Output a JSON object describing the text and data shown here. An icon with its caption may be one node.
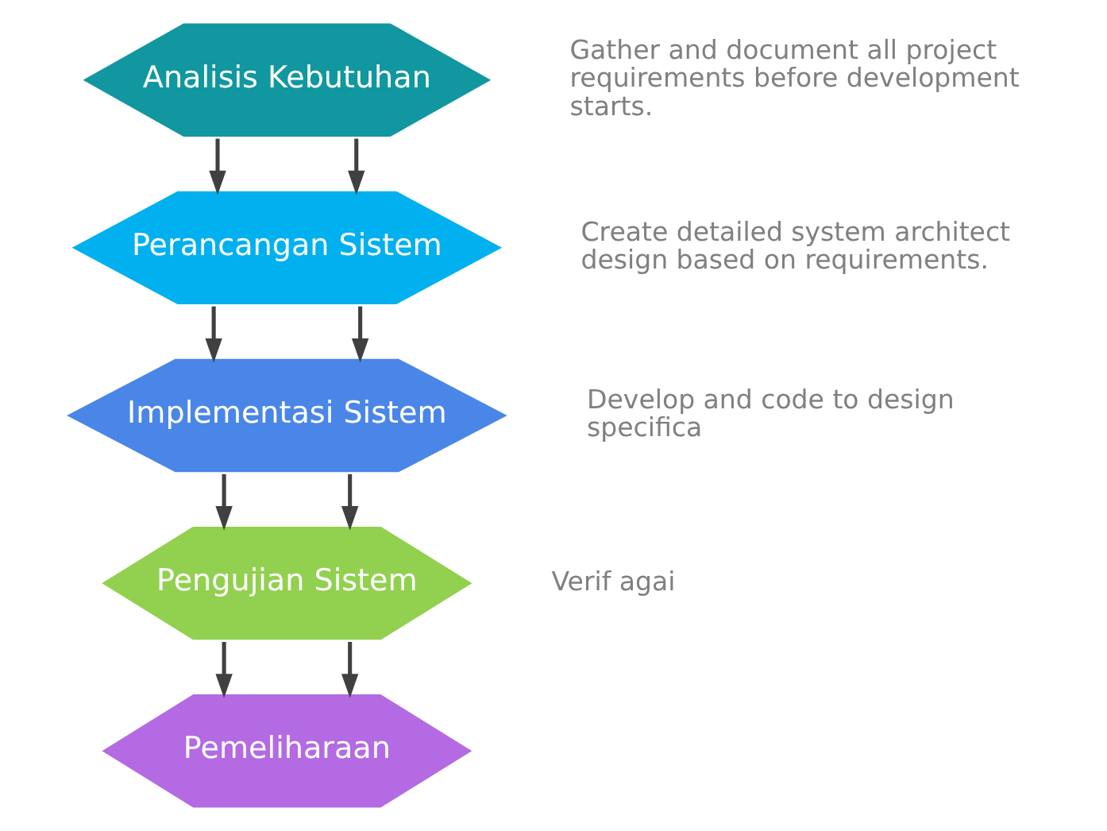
{
  "diagram": {
    "nodes": [
      {
        "text": [
          "Analisis Kebutuhan"
        ],
        "beside": [
          "Gather and document all project requirements before development starts."
        ]
      },
      {
        "text": [
          "Perancangan Sistem"
        ],
        "beside": [
          "Create detailed system architect design based on requirements."
        ]
      },
      {
        "text": [
          "Implementasi Sistem"
        ],
        "beside": [
          "Develop and code to design specifica"
        ]
      },
      {
        "text": [
          "Pengujian Sistem"
        ],
        "beside": [
          "Verif agai"
        ]
      },
      {
        "text": [
          "Pemeliharaan"
        ]
      }
    ],
    "edges": [
      {
        "from": 0,
        "to": 1,
        "arrow": "to"
      },
      {
        "from": 0,
        "to": 1,
        "arrow": "to"
      },
      {
        "from": 1,
        "to": 2,
        "arrow": "to"
      },
      {
        "from": 1,
        "to": 2,
        "arrow": "to"
      },
      {
        "from": 2,
        "to": 3,
        "arrow": "to"
      },
      {
        "from": 2,
        "to": 3,
        "arrow": "to"
      },
      {
        "from": 3,
        "to": 4,
        "arrow": "to"
      },
      {
        "from": 3,
        "to": 4,
        "arrow": "to"
      }
    ]
  }
}
